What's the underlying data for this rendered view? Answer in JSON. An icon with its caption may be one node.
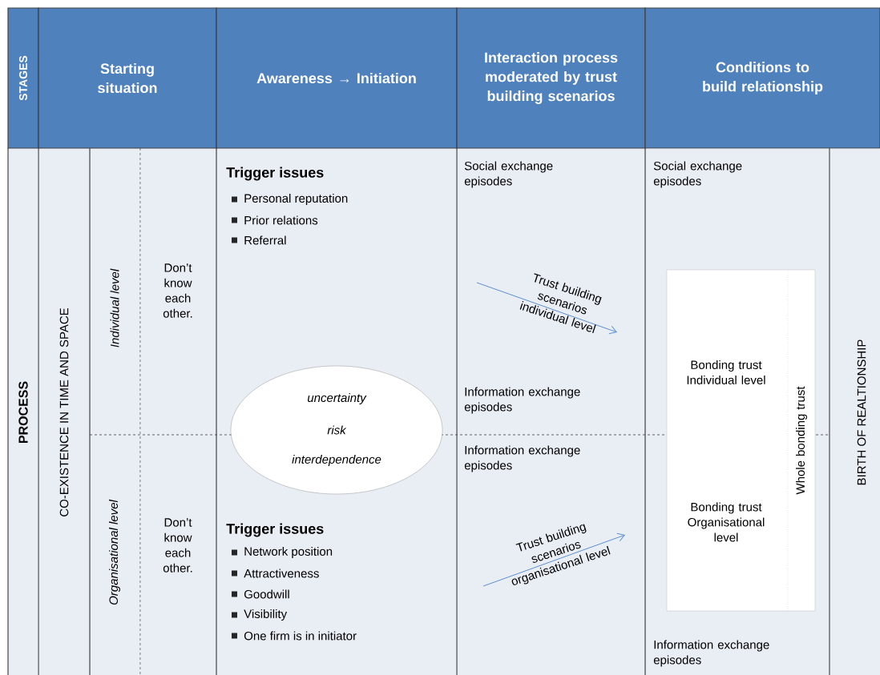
{
  "diagram": {
    "nodes": [
      {
        "text": [
          "STAGES"
        ]
      },
      {
        "text": [
          "Starting situation"
        ]
      },
      {
        "text": [
          "Awareness → Initiation"
        ]
      },
      {
        "text": [
          "Interaction process moderated by trust building scenarios"
        ]
      },
      {
        "text": [
          "Conditions to build relationship"
        ]
      },
      {
        "text": [
          "uncertainty",
          "risk",
          "interdependence"
        ]
      },
      {
        "text": [
          "Bonding trust Individual level",
          "Bonding trust Organisational level",
          "Whole bonding trust"
        ]
      }
    ],
    "labels": [
      "PROCESS",
      "CO-EXISTENCE IN TIME AND SPACE",
      "Individual level",
      "Don’t know each other.",
      "Trigger issues",
      "Personal reputation",
      "Prior relations",
      "Referral",
      "Social exchange episodes",
      "Social exchange episodes",
      "Trust building scenarios individual level",
      "BIRTH OF REALTIONSHIP",
      "Information exchange episodes",
      "Information exchange episodes",
      "Organisational level",
      "Don’t know each other.",
      "Trust building scenarios organisational level",
      "Trigger issues",
      "Network position",
      "Attractiveness",
      "Goodwill",
      "Visibility",
      "One firm is in initiator",
      "Information exchange episodes"
    ]
  }
}
